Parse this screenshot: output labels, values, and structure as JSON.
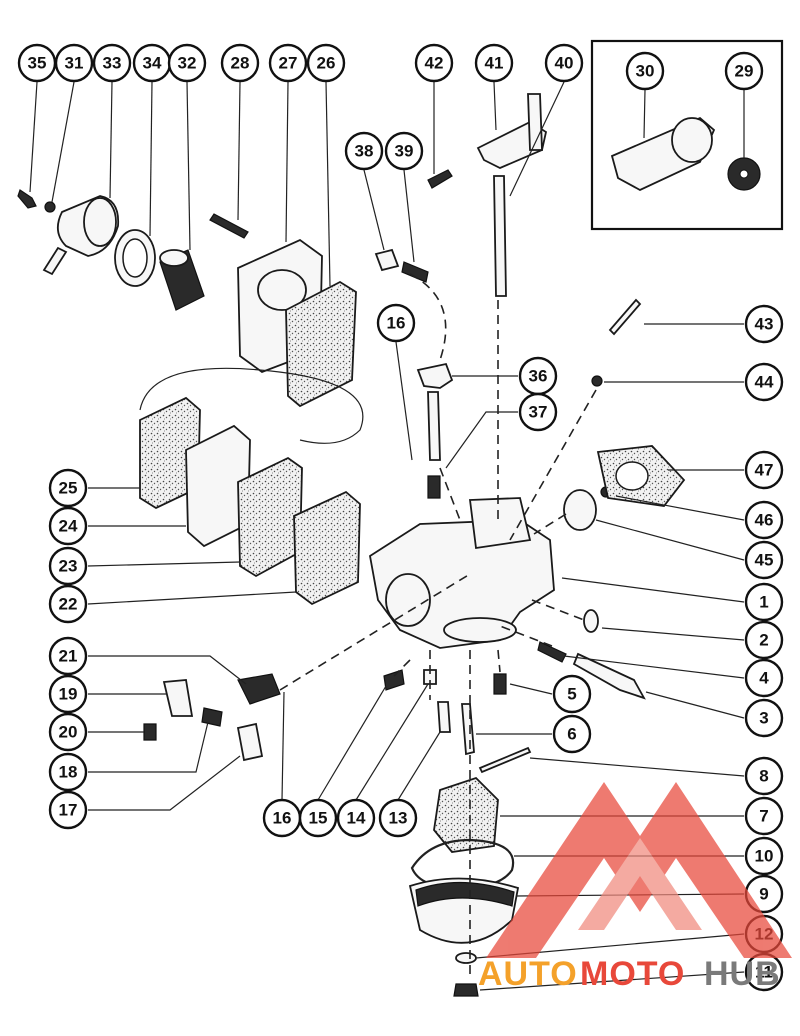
{
  "callout_numbers": [
    "35",
    "31",
    "33",
    "34",
    "32",
    "28",
    "27",
    "26",
    "42",
    "41",
    "40",
    "30",
    "29",
    "38",
    "39",
    "16",
    "36",
    "37",
    "43",
    "44",
    "47",
    "25",
    "24",
    "23",
    "22",
    "46",
    "45",
    "1",
    "2",
    "4",
    "3",
    "5",
    "6",
    "8",
    "7",
    "10",
    "9",
    "12",
    "11",
    "21",
    "19",
    "20",
    "18",
    "17",
    "16",
    "15",
    "14",
    "13"
  ],
  "watermark": {
    "text_auto": "AUTO",
    "text_moto": "MOTO",
    "text_hub": "HUB",
    "color_red": "#e8483a",
    "color_orange": "#f4a12a",
    "color_gray": "#7a7a7a"
  },
  "colors": {
    "ink": "#111111",
    "paper": "#ffffff"
  }
}
